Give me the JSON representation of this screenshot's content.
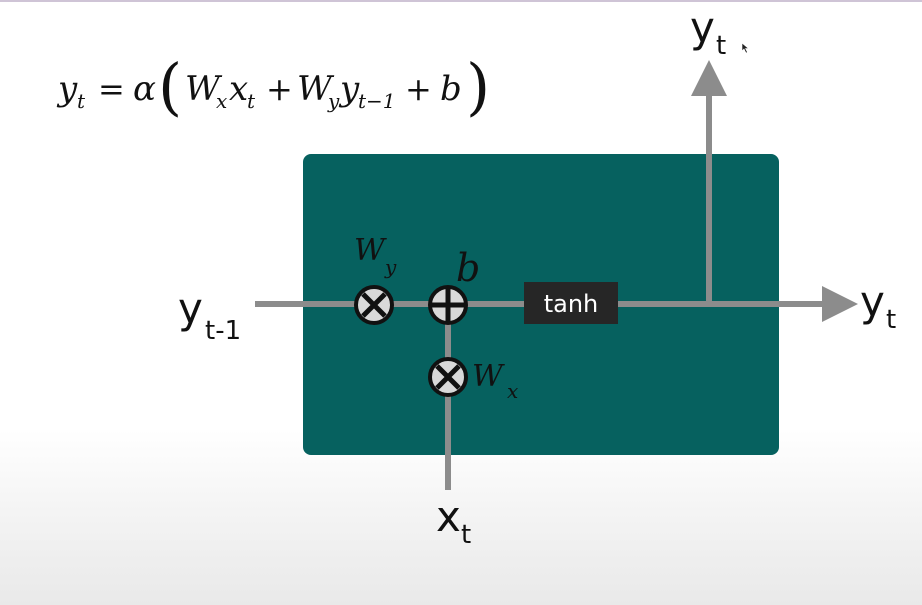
{
  "formula": {
    "lhs": "y",
    "lhs_sub": "t",
    "eq": "=",
    "alpha": "α",
    "open_paren": "(",
    "close_paren": ")",
    "W": "W",
    "x_var": "x",
    "y_var": "y",
    "t_sub": "t",
    "x_sub": "x",
    "y_sub": "y",
    "tm1_sub": "t−1",
    "plus": "+",
    "b": "b"
  },
  "labels": {
    "y_prev_main": "y",
    "y_prev_sub": "t-1",
    "y_out_main": "y",
    "y_out_sub": "t",
    "y_top_main": "y",
    "y_top_sub": "t",
    "x_in_main": "x",
    "x_in_sub": "t",
    "wy_main": "W",
    "wy_sub": "y",
    "wx_main": "W",
    "wx_sub": "x",
    "bias": "b",
    "activation": "tanh"
  },
  "colors": {
    "cell_fill": "#06615f",
    "wire": "#8c8c8c",
    "node_fill": "#d9d9d9",
    "node_stroke": "#111111",
    "tanh_box": "#262626",
    "tanh_text": "#ffffff"
  },
  "icons": {
    "multiply": "circled-times-icon",
    "add": "circled-plus-icon",
    "cursor": "mouse-pointer-icon"
  }
}
